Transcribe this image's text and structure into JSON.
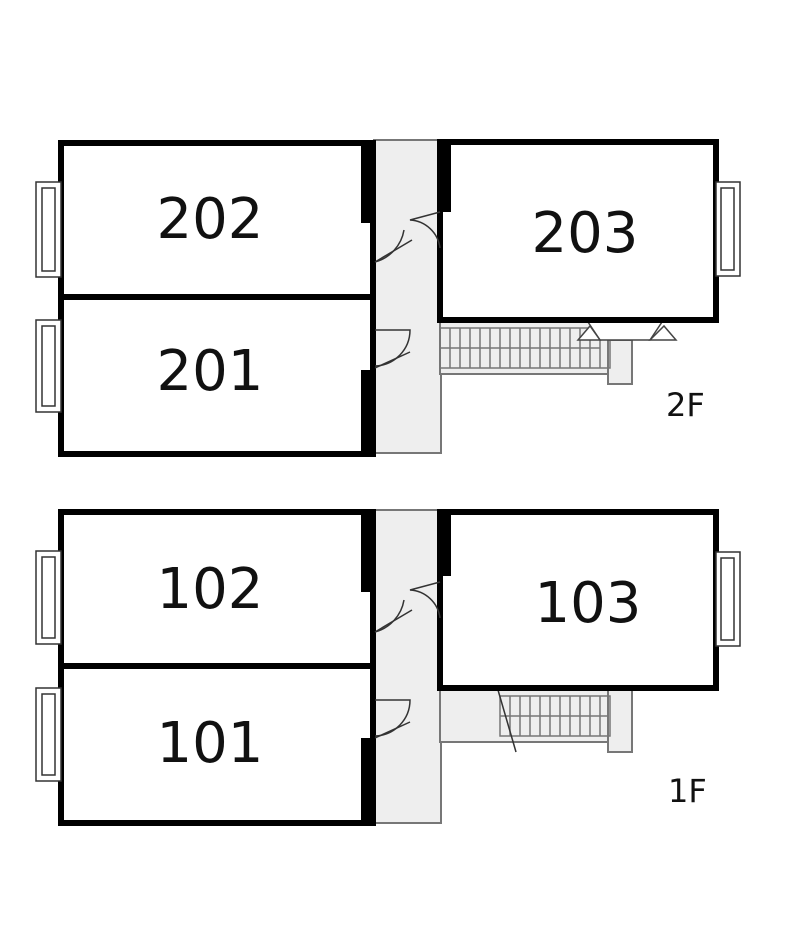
{
  "floors": {
    "upper": {
      "label": "2F",
      "rooms": {
        "r202": "202",
        "r201": "201",
        "r203": "203"
      }
    },
    "lower": {
      "label": "1F",
      "rooms": {
        "r102": "102",
        "r101": "101",
        "r103": "103"
      }
    }
  },
  "colors": {
    "wall": "#000000",
    "corridor": "#eeeeee",
    "fixture": "#777777",
    "background": "#ffffff"
  }
}
